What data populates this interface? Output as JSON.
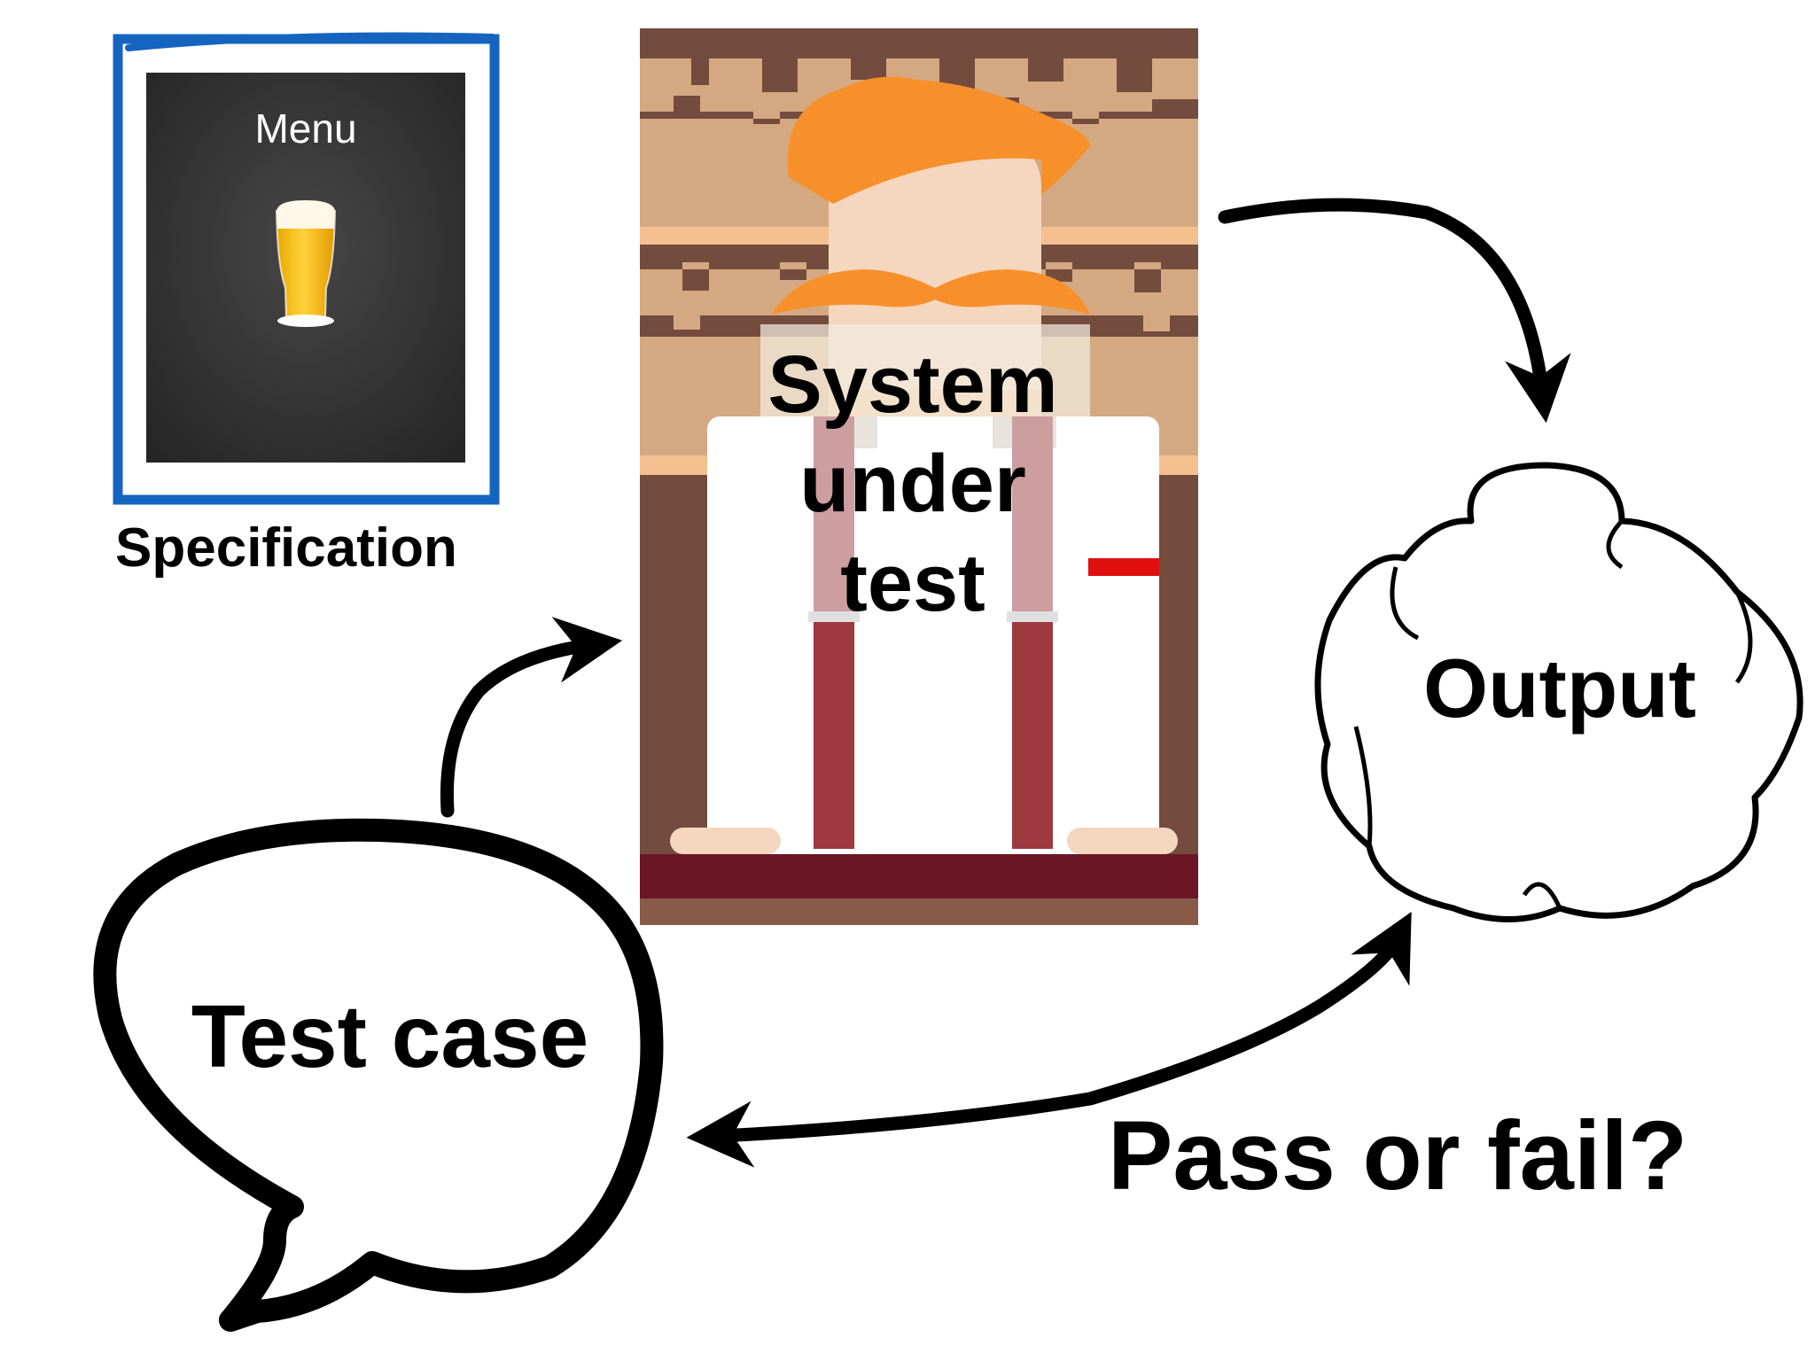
{
  "specification": {
    "label": "Specification",
    "menu_title": "Menu"
  },
  "system_under_test": {
    "lines": [
      "System",
      "under",
      "test"
    ]
  },
  "output": {
    "label": "Output"
  },
  "test_case": {
    "label": "Test case"
  },
  "verdict": {
    "label": "Pass or fail?"
  },
  "colors": {
    "spec_frame": "#1565c0",
    "chalkboard": "#2f2f2f",
    "wall": "#744c3e",
    "wall_light": "#d4a982",
    "stripe": "#f5c090",
    "hair": "#f7902a",
    "skin": "#f5d6bf",
    "shirt": "#ffffff",
    "suspender": "#9e3940",
    "counter": "#6c1525",
    "accent_red": "#e01010"
  }
}
